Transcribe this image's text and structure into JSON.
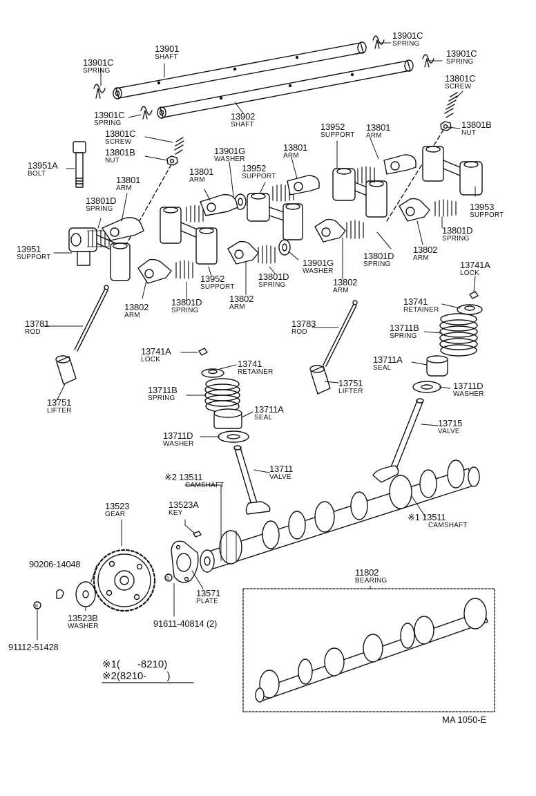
{
  "labels": {
    "shaft_1": {
      "pn": "13901",
      "nm": "SHAFT"
    },
    "spring_top_right": {
      "pn": "13901C",
      "nm": "SPRING"
    },
    "spring_right": {
      "pn": "13901C",
      "nm": "SPRING"
    },
    "spring_left": {
      "pn": "13901C",
      "nm": "SPRING"
    },
    "screw_right": {
      "pn": "13801C",
      "nm": "SCREW"
    },
    "spring_mid_left": {
      "pn": "13901C",
      "nm": "SPRING"
    },
    "shaft_2": {
      "pn": "13902",
      "nm": "SHAFT"
    },
    "nut_right": {
      "pn": "13801B",
      "nm": "NUT"
    },
    "screw_left": {
      "pn": "13801C",
      "nm": "SCREW"
    },
    "nut_left": {
      "pn": "13801B",
      "nm": "NUT"
    },
    "support_952_top": {
      "pn": "13952",
      "nm": "SUPPORT"
    },
    "arm_top_right": {
      "pn": "13801",
      "nm": "ARM"
    },
    "washer_901g_top": {
      "pn": "13901G",
      "nm": "WASHER"
    },
    "arm_top_mid": {
      "pn": "13801",
      "nm": "ARM"
    },
    "bolt": {
      "pn": "13951A",
      "nm": "BOLT"
    },
    "support_952_mid": {
      "pn": "13952",
      "nm": "SUPPORT"
    },
    "arm_mid": {
      "pn": "13801",
      "nm": "ARM"
    },
    "arm_left": {
      "pn": "13801",
      "nm": "ARM"
    },
    "spring_801d_left": {
      "pn": "13801D",
      "nm": "SPRING"
    },
    "support_953": {
      "pn": "13953",
      "nm": "SUPPORT"
    },
    "spring_801d_right": {
      "pn": "13801D",
      "nm": "SPRING"
    },
    "support_951": {
      "pn": "13951",
      "nm": "SUPPORT"
    },
    "spring_801d_center": {
      "pn": "13801D",
      "nm": "SPRING"
    },
    "washer_901g_mid": {
      "pn": "13901G",
      "nm": "WASHER"
    },
    "arm_802_right": {
      "pn": "13802",
      "nm": "ARM"
    },
    "lock_right": {
      "pn": "13741A",
      "nm": "LOCK"
    },
    "support_952_low": {
      "pn": "13952",
      "nm": "SUPPORT"
    },
    "spring_801d_low": {
      "pn": "13801D",
      "nm": "SPRING"
    },
    "arm_802_mid": {
      "pn": "13802",
      "nm": "ARM"
    },
    "arm_802_low_mid": {
      "pn": "13802",
      "nm": "ARM"
    },
    "spring_801d_bottom": {
      "pn": "13801D",
      "nm": "SPRING"
    },
    "arm_802_left": {
      "pn": "13802",
      "nm": "ARM"
    },
    "retainer_right": {
      "pn": "13741",
      "nm": "RETAINER"
    },
    "rod_left": {
      "pn": "13781",
      "nm": "ROD"
    },
    "rod_right": {
      "pn": "13783",
      "nm": "ROD"
    },
    "valve_spring_right": {
      "pn": "13711B",
      "nm": "SPRING"
    },
    "lock_left": {
      "pn": "13741A",
      "nm": "LOCK"
    },
    "retainer_left": {
      "pn": "13741",
      "nm": "RETAINER"
    },
    "seal_right": {
      "pn": "13711A",
      "nm": "SEAL"
    },
    "lifter_right": {
      "pn": "13751",
      "nm": "LIFTER"
    },
    "washer_right": {
      "pn": "13711D",
      "nm": "WASHER"
    },
    "valve_spring_left": {
      "pn": "13711B",
      "nm": "SPRING"
    },
    "lifter_left": {
      "pn": "13751",
      "nm": "LIFTER"
    },
    "seal_left": {
      "pn": "13711A",
      "nm": "SEAL"
    },
    "valve_right": {
      "pn": "13715",
      "nm": "VALVE"
    },
    "washer_left": {
      "pn": "13711D",
      "nm": "WASHER"
    },
    "valve_left": {
      "pn": "13711",
      "nm": "VALVE"
    },
    "camshaft_2": {
      "pn": "※2 13511",
      "nm": "CAMSHAFT"
    },
    "gear": {
      "pn": "13523",
      "nm": "GEAR"
    },
    "key": {
      "pn": "13523A",
      "nm": "KEY"
    },
    "camshaft_1": {
      "pn": "※1 13511",
      "nm": "CAMSHAFT"
    },
    "bolt_90206": {
      "pn": "90206-14048",
      "nm": ""
    },
    "bearing": {
      "pn": "11802",
      "nm": "BEARING"
    },
    "plate": {
      "pn": "13571",
      "nm": "PLATE"
    },
    "washer_523b": {
      "pn": "13523B",
      "nm": "WASHER"
    },
    "bolt_91611": {
      "pn": "91611-40814 (2)",
      "nm": ""
    },
    "bolt_91112": {
      "pn": "91112-51428",
      "nm": ""
    }
  },
  "legend": {
    "line1": "※1(      -8210)",
    "line2": "※2(8210-       )"
  },
  "ref_code": "MA  1050-E"
}
